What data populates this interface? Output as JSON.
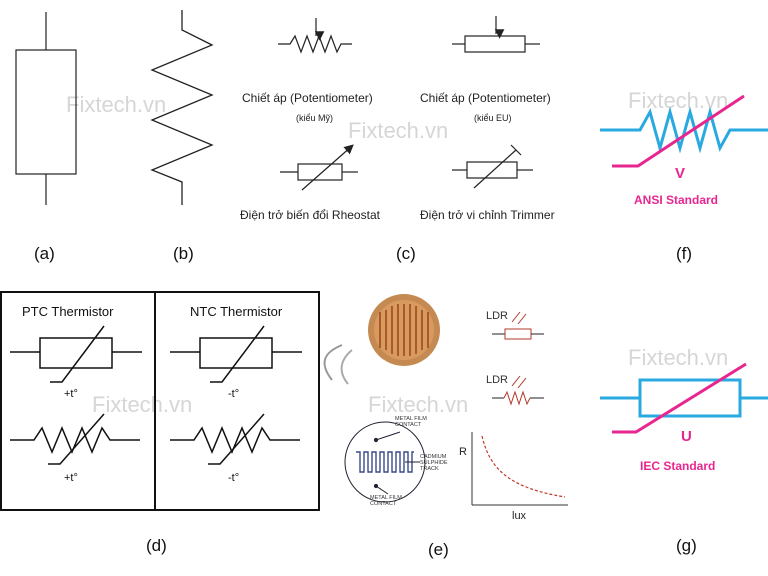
{
  "watermark": "Fixtech.vn",
  "panel_labels": {
    "a": "(a)",
    "b": "(b)",
    "c": "(c)",
    "d": "(d)",
    "e": "(e)",
    "f": "(f)",
    "g": "(g)"
  },
  "panel_c": {
    "potentiometer_us": "Chiết áp (Potentiometer)",
    "potentiometer_us_sub": "(kiểu Mỹ)",
    "potentiometer_eu": "Chiết áp (Potentiometer)",
    "potentiometer_eu_sub": "(kiểu EU)",
    "rheostat": "Điện trở biến đổi Rheostat",
    "trimmer": "Điện trở vi chỉnh Trimmer"
  },
  "panel_d": {
    "ptc_title": "PTC Thermistor",
    "ntc_title": "NTC Thermistor",
    "ptc_label_top": "+t°",
    "ptc_label_bottom": "+t°",
    "ntc_label_top": "-t°",
    "ntc_label_bottom": "-t°"
  },
  "panel_e": {
    "ldr_top": "LDR",
    "ldr_bottom": "LDR",
    "metal_film_top": "METAL FILM CONTACT",
    "cadmium": "CADMIUM SULPHIDE TRACK",
    "metal_film_bottom": "METAL FILM CONTACT",
    "graph_y": "R",
    "graph_x": "lux"
  },
  "panel_f": {
    "letter": "V",
    "standard": "ANSI Standard"
  },
  "panel_g": {
    "letter": "U",
    "standard": "IEC Standard"
  },
  "colors": {
    "blue": "#29a9e0",
    "magenta": "#e8268f",
    "ink": "#222222"
  }
}
